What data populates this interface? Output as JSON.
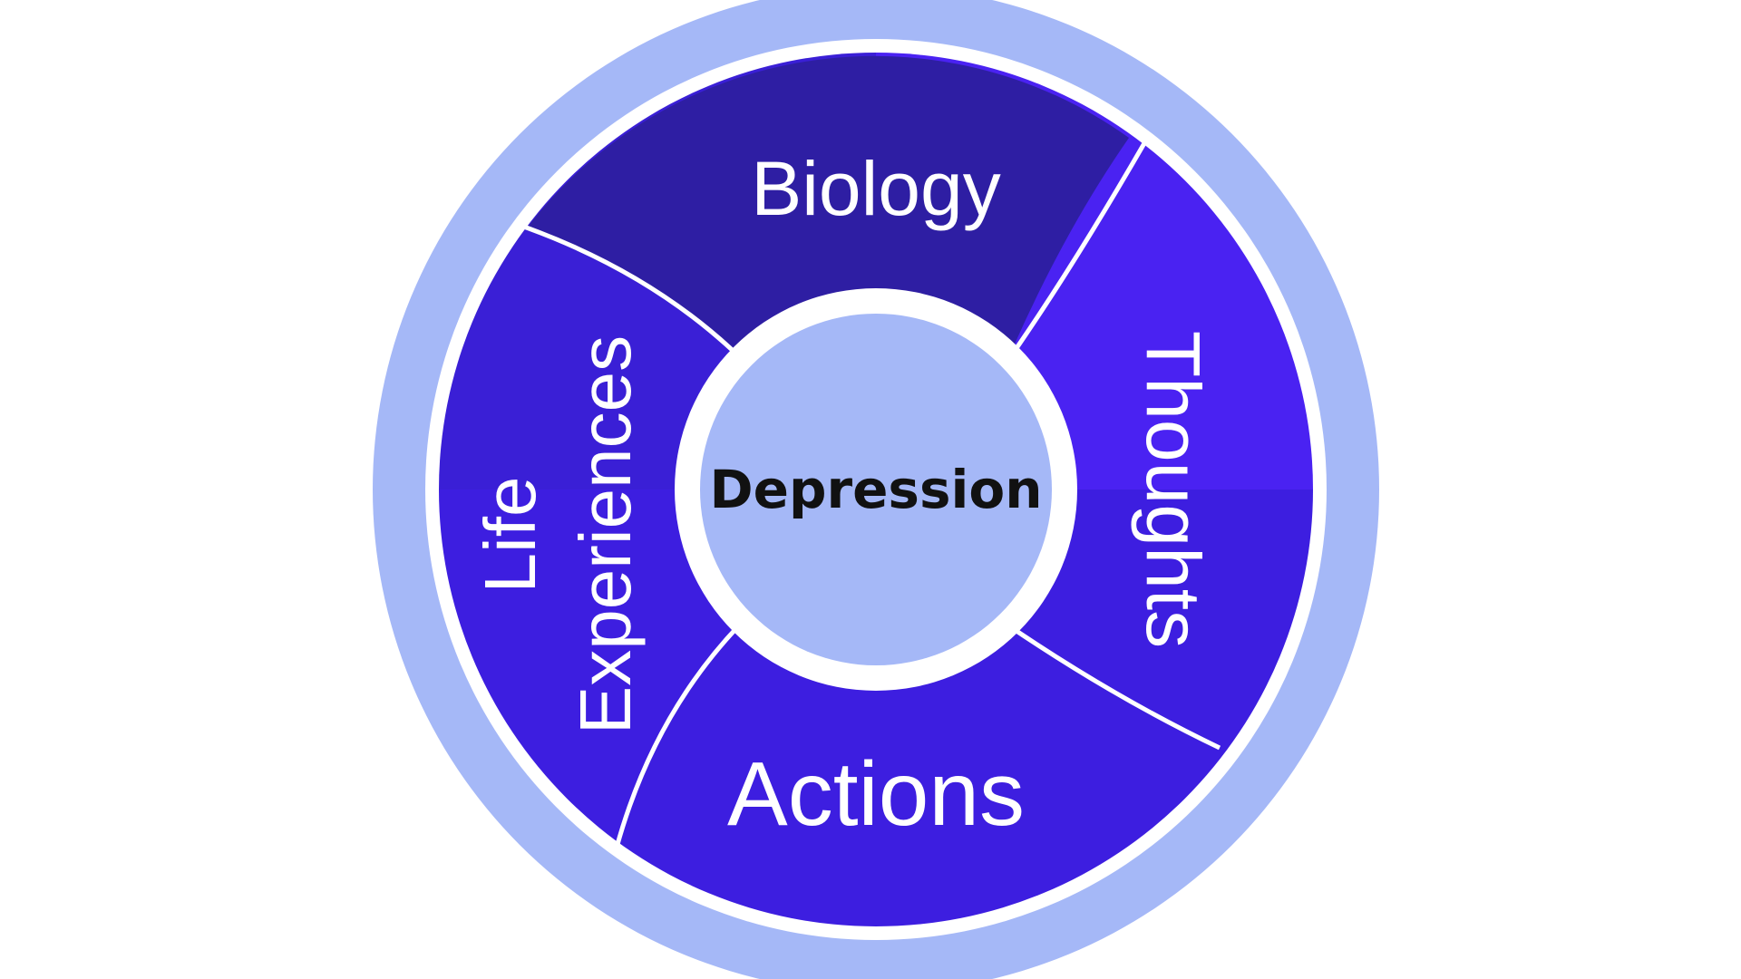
{
  "diagram": {
    "center_label": "Depression",
    "segments": [
      {
        "id": "biology",
        "label": "Biology"
      },
      {
        "id": "thoughts",
        "label": "Thoughts"
      },
      {
        "id": "actions",
        "label": "Actions"
      },
      {
        "id": "life",
        "label_line1": "Life",
        "label_line2": "Experiences"
      }
    ],
    "colors": {
      "outer_ring": "#a5b8f7",
      "biology": "#2e1ea3",
      "thoughts": "#4a22f2",
      "actions": "#3d1ee0",
      "life": "#3a1fd6",
      "center": "#a5b8f7",
      "separator": "#ffffff"
    }
  }
}
